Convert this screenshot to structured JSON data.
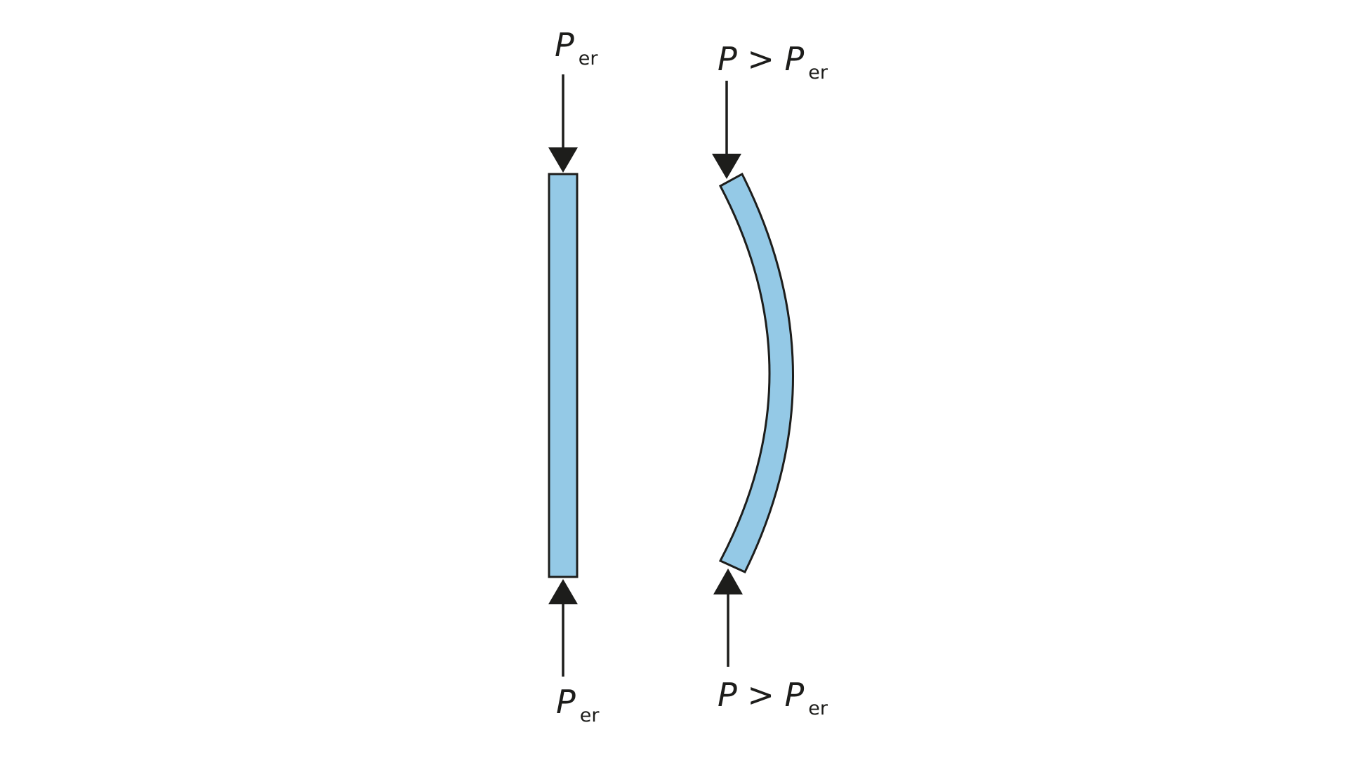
{
  "colors": {
    "column_fill": "#94c9e6",
    "outline": "#1d1d1b",
    "arrow": "#1d1d1b",
    "background": "#ffffff"
  },
  "straight_column": {
    "top_label": {
      "symbol": "P",
      "subscript": "er"
    },
    "bottom_label": {
      "symbol": "P",
      "subscript": "er"
    }
  },
  "buckled_column": {
    "top_label": {
      "symbol": "P",
      "operator": " > ",
      "symbol2": "P",
      "subscript": "er"
    },
    "bottom_label": {
      "symbol": "P",
      "operator": " > ",
      "symbol2": "P",
      "subscript": "er"
    }
  }
}
